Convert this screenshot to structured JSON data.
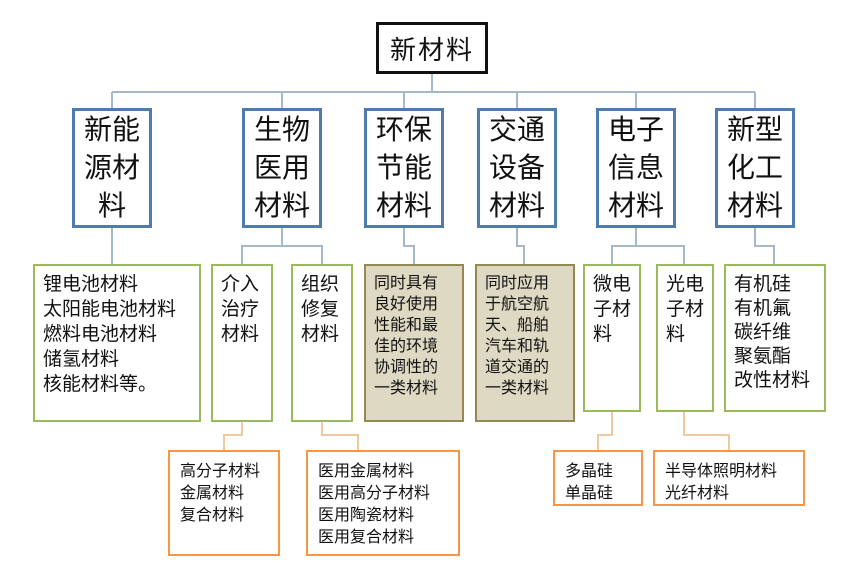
{
  "root": "新材料",
  "categories": [
    "新能\n源材\n料",
    "生物\n医用\n材料",
    "环保\n节能\n材料",
    "交通\n设备\n材料",
    "电子\n信息\n材料",
    "新型\n化工\n材料"
  ],
  "subs": {
    "energy": "锂电池材料\n太阳能电池材料\n燃料电池材料\n储氢材料\n核能材料等。",
    "interventional": "介入\n治疗\n材料",
    "tissue": "组织\n修复\n材料",
    "eco": "同时具有\n良好使用\n性能和最\n佳的环境\n协调性的\n一类材料",
    "transport": "同时应用\n于航空航\n天、船舶\n汽车和轨\n道交通的\n一类材料",
    "micro": "微电\n子材\n料",
    "opto": "光电\n子材\n料",
    "chemical": "有机硅\n有机氟\n碳纤维\n聚氨酯\n改性材料"
  },
  "leaves": {
    "interventional": "高分子材料\n金属材料\n复合材料",
    "tissue": "医用金属材料\n医用高分子材料\n医用陶瓷材料\n医用复合材料",
    "micro": "多晶硅\n单晶硅",
    "opto": "半导体照明材料\n光纤材料"
  },
  "colors": {
    "category_border": "#4f7cae",
    "sub_border": "#9bba59",
    "shaded_fill": "#ddd9c3",
    "leaf_border": "#f79646",
    "connector": "#a6b8cc"
  }
}
